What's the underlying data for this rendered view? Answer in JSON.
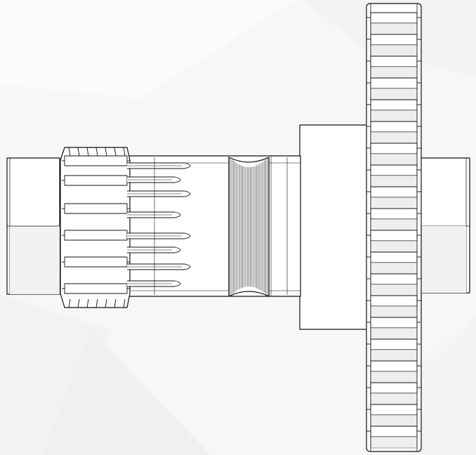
{
  "drawing": {
    "subject": "gear-shaft-assembly",
    "view": "side-elevation",
    "style": "line-art",
    "colors": {
      "background": "#f7f7f7",
      "background_facet_light": "#fbfbfb",
      "background_facet_dark": "#f1f1f1",
      "part_fill": "#ffffff",
      "face_shade": "#eeeeee",
      "line": "#111111"
    },
    "components": [
      {
        "name": "left-bushing",
        "shape": "cylinder"
      },
      {
        "name": "pinion-gear",
        "shape": "straight-cut-spur"
      },
      {
        "name": "spline-section",
        "shape": "tapered-splines"
      },
      {
        "name": "knurled-collar",
        "shape": "knurl-band"
      },
      {
        "name": "main-shaft",
        "shape": "cylinder"
      },
      {
        "name": "hub-flange",
        "shape": "rectangular-hub"
      },
      {
        "name": "large-spur-gear",
        "shape": "straight-cut-spur"
      },
      {
        "name": "right-bushing",
        "shape": "cylinder"
      }
    ]
  }
}
